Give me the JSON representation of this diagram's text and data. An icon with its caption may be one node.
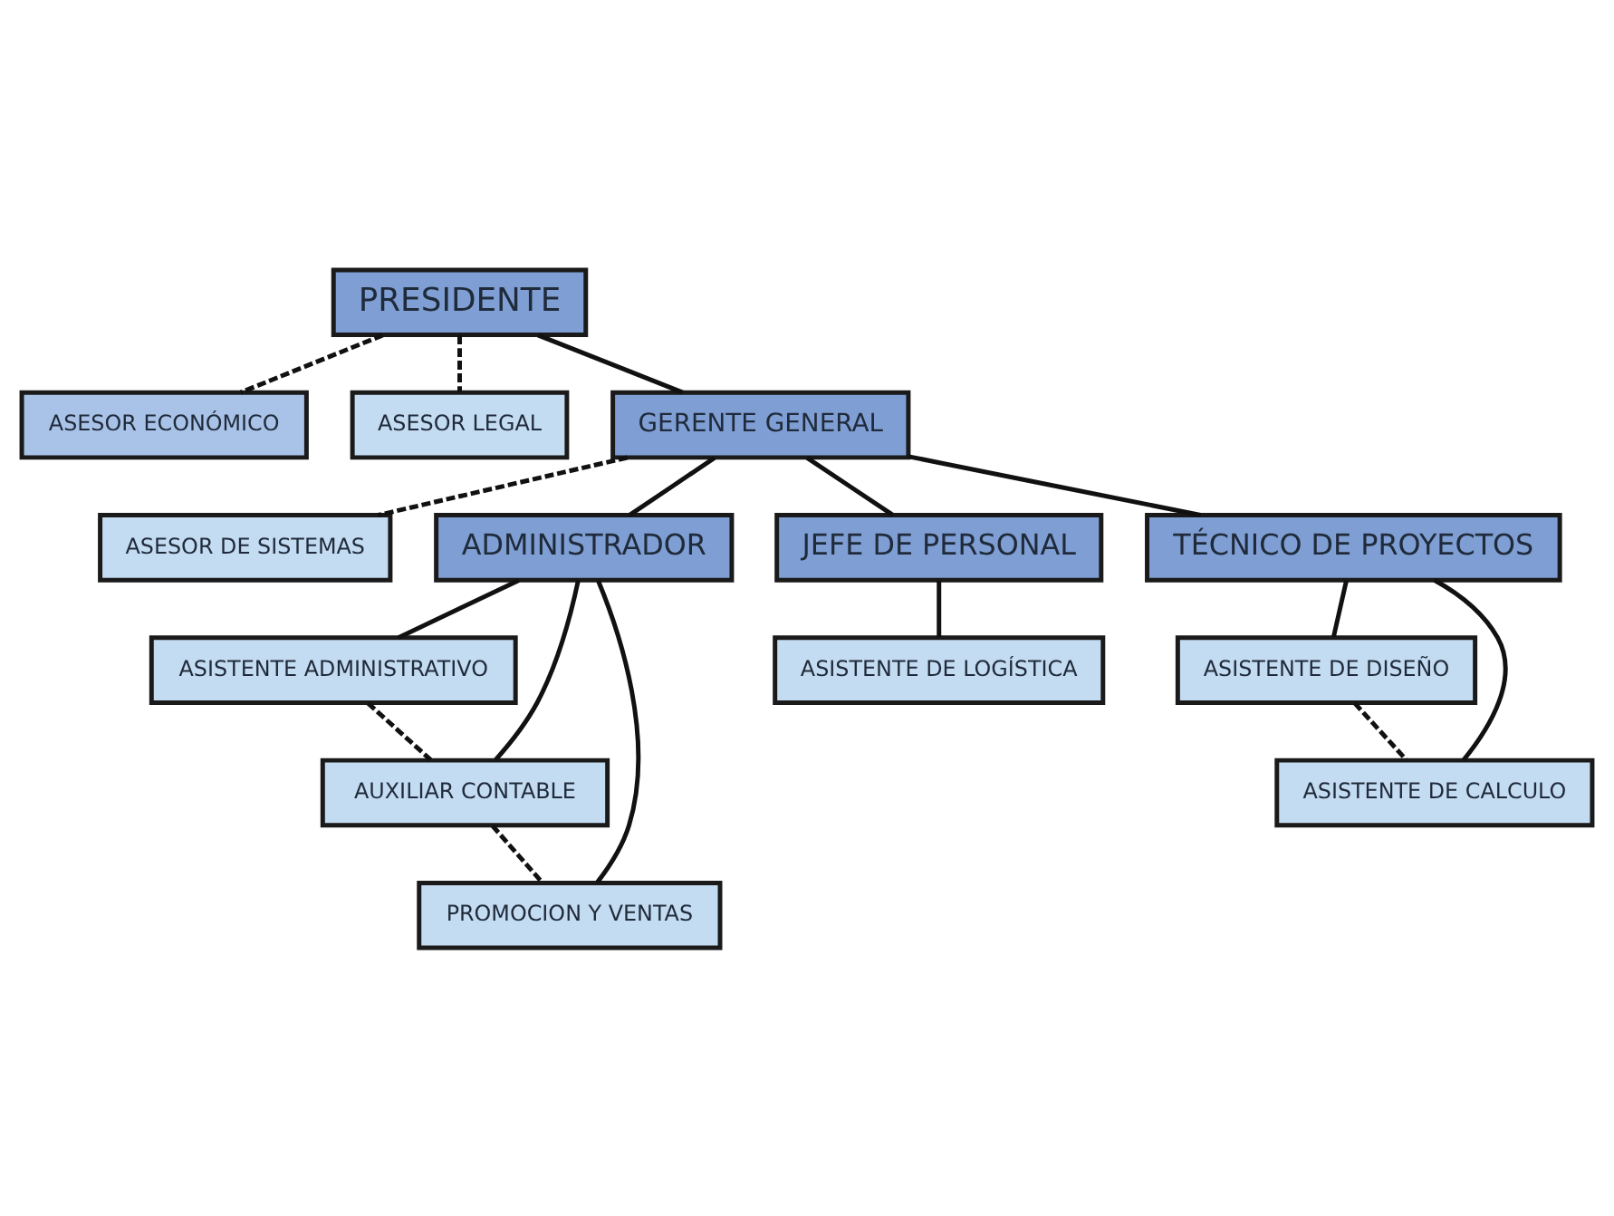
{
  "diagram": {
    "nodes": [
      {
        "text": [
          "PRESIDENTE"
        ]
      },
      {
        "text": [
          "ASESOR ECONÓMICO"
        ]
      },
      {
        "text": [
          "ASESOR LEGAL"
        ]
      },
      {
        "text": [
          "GERENTE GENERAL"
        ]
      },
      {
        "text": [
          "ASESOR DE SISTEMAS"
        ]
      },
      {
        "text": [
          "ADMINISTRADOR"
        ]
      },
      {
        "text": [
          "JEFE DE PERSONAL"
        ]
      },
      {
        "text": [
          "TÉCNICO DE PROYECTOS"
        ]
      },
      {
        "text": [
          "ASISTENTE ADMINISTRATIVO"
        ]
      },
      {
        "text": [
          "AUXILIAR CONTABLE"
        ]
      },
      {
        "text": [
          "PROMOCION Y VENTAS"
        ]
      },
      {
        "text": [
          "ASISTENTE DE LOGÍSTICA"
        ]
      },
      {
        "text": [
          "ASISTENTE DE DISEÑO"
        ]
      },
      {
        "text": [
          "ASISTENTE DE CALCULO"
        ]
      }
    ],
    "edges": [
      {
        "from": 0,
        "to": 3,
        "arrow": "none"
      },
      {
        "from": 0,
        "to": 1,
        "arrow": "none",
        "style": "dashed"
      },
      {
        "from": 0,
        "to": 2,
        "arrow": "none",
        "style": "dashed"
      },
      {
        "from": 3,
        "to": 4,
        "arrow": "none",
        "style": "dashed"
      },
      {
        "from": 3,
        "to": 5,
        "arrow": "none"
      },
      {
        "from": 3,
        "to": 6,
        "arrow": "none"
      },
      {
        "from": 3,
        "to": 7,
        "arrow": "none"
      },
      {
        "from": 5,
        "to": 8,
        "arrow": "none"
      },
      {
        "from": 5,
        "to": 9,
        "arrow": "none"
      },
      {
        "from": 5,
        "to": 10,
        "arrow": "none"
      },
      {
        "from": 8,
        "to": 9,
        "arrow": "none",
        "style": "dashed"
      },
      {
        "from": 9,
        "to": 10,
        "arrow": "none",
        "style": "dashed"
      },
      {
        "from": 6,
        "to": 11,
        "arrow": "none"
      },
      {
        "from": 7,
        "to": 12,
        "arrow": "none"
      },
      {
        "from": 7,
        "to": 13,
        "arrow": "none"
      },
      {
        "from": 12,
        "to": 13,
        "arrow": "none",
        "style": "dashed"
      }
    ]
  }
}
